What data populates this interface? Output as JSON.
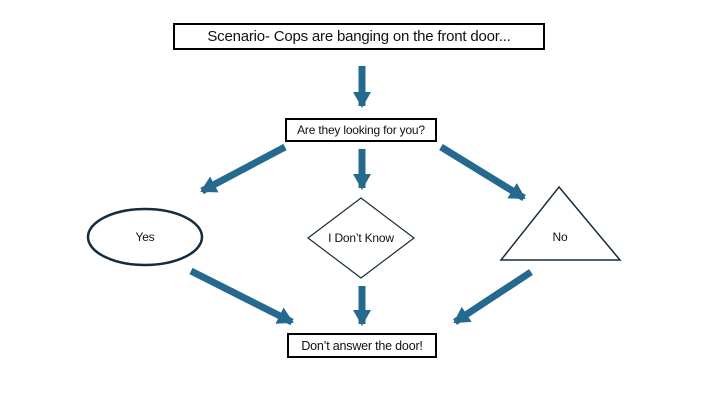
{
  "title": {
    "label": "Scenario- Cops are banging on the front door..."
  },
  "question": {
    "label": "Are they looking for you?"
  },
  "nodes": {
    "yes": {
      "label": "Yes",
      "shape": "ellipse"
    },
    "dont_know": {
      "label": "I Don’t Know",
      "shape": "diamond"
    },
    "no": {
      "label": "No",
      "shape": "triangle"
    }
  },
  "outcome": {
    "label": "Don’t answer the door!"
  },
  "colors": {
    "arrow": "#26698e",
    "outline": "#152c3e",
    "border": "#000000",
    "bg": "#ffffff",
    "text": "#111111"
  }
}
